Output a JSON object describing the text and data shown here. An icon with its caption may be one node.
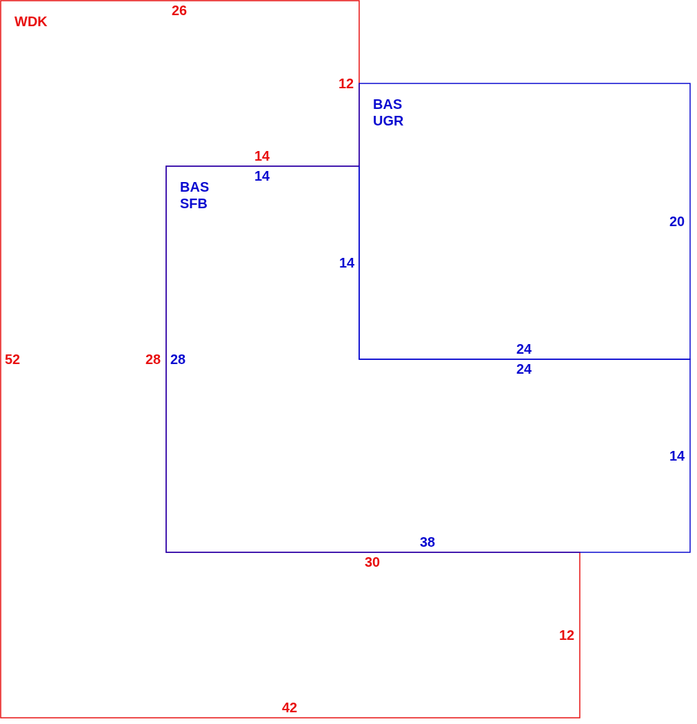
{
  "diagram": {
    "nodes": [
      {
        "text": [
          "WDK",
          "26",
          "12",
          "14",
          "28",
          "30",
          "12",
          "42",
          "52"
        ]
      },
      {
        "text": [
          "BAS SFB",
          "14",
          "14",
          "28",
          "24",
          "14",
          "38"
        ]
      },
      {
        "text": [
          "BAS UGR",
          "20",
          "24"
        ]
      }
    ]
  }
}
